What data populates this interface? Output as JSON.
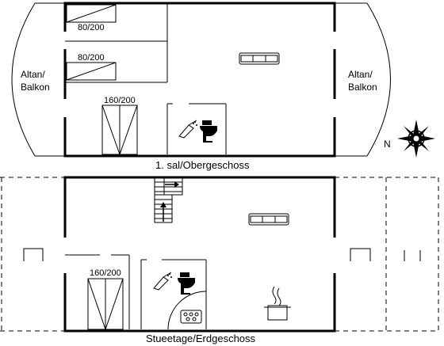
{
  "upper_floor": {
    "title": "1. sal/Obergeschoss",
    "balcony_left": {
      "line1": "Altan/",
      "line2": "Balkon"
    },
    "balcony_right": {
      "line1": "Altan/",
      "line2": "Balkon"
    },
    "bed_top": "80/200",
    "bed_middle": "80/200",
    "bed_double": "160/200"
  },
  "ground_floor": {
    "title": "Stueetage/Erdgeschoss",
    "bed_double": "160/200"
  },
  "compass": {
    "north_label": "N"
  }
}
